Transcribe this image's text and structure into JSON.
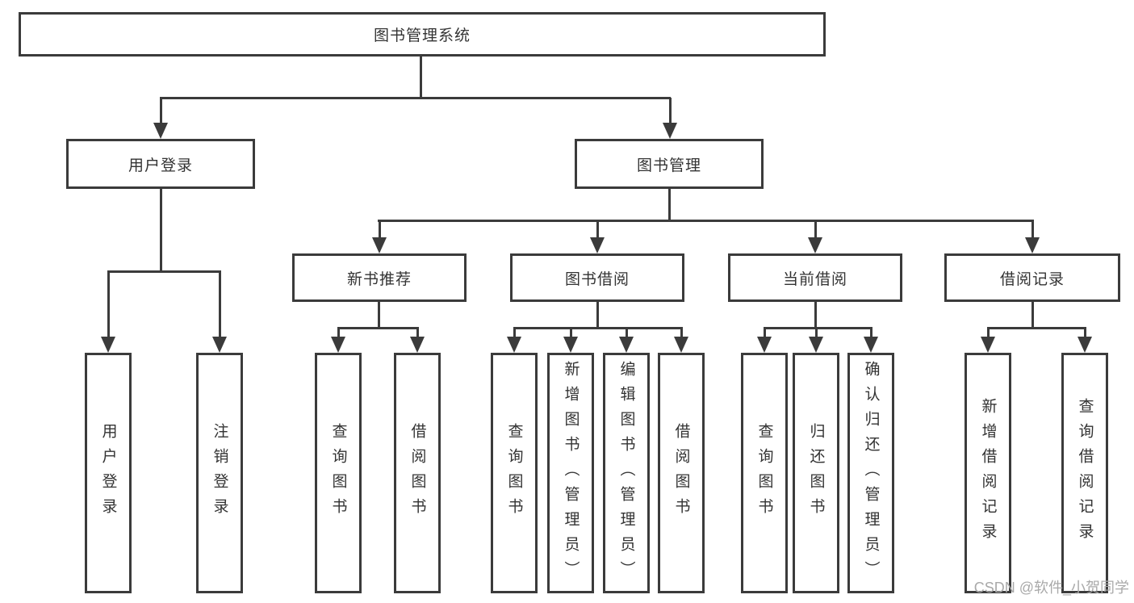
{
  "diagram": {
    "root_label": "图书管理系统",
    "level2": {
      "user_login": "用户登录",
      "book_management": "图书管理"
    },
    "level3": {
      "new_books": "新书推荐",
      "book_borrowing": "图书借阅",
      "current_borrowing": "当前借阅",
      "borrowing_records": "借阅记录"
    },
    "leaves": {
      "user_login": [
        "用户登录",
        "注销登录"
      ],
      "new_books": [
        "查询图书",
        "借阅图书"
      ],
      "book_borrowing": [
        "查询图书",
        "新增图书（管理员）",
        "编辑图书（管理员）",
        "借阅图书"
      ],
      "current_borrowing": [
        "查询图书",
        "归还图书",
        "确认归还（管理员）"
      ],
      "borrowing_records": [
        "新增借阅记录",
        "查询借阅记录"
      ]
    }
  },
  "watermark": "CSDN @软件_小贺同学",
  "colors": {
    "line": "#3b3b3b",
    "text": "#333333",
    "canvas_bg": "#ffffff",
    "watermark": "#a9a9a9"
  }
}
